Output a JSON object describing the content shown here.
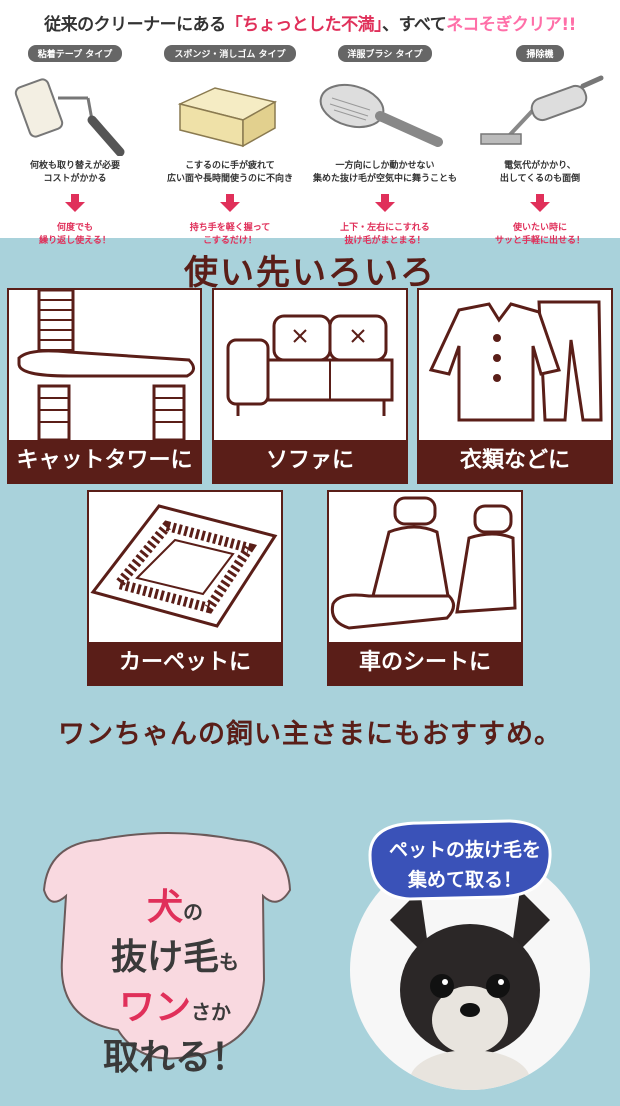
{
  "header": {
    "part1": "従来のクリーナーにある",
    "part2": "「ちょっとした不満」",
    "part3": "、すべて",
    "part4": "ネコそぎクリア!!"
  },
  "types": [
    {
      "label": "粘着テープ タイプ",
      "desc": "何枚も取り替えが必要\nコストがかかる",
      "result": "何度でも\n繰り返し使える！",
      "icon": "lint-roller-icon"
    },
    {
      "label": "スポンジ・消しゴム タイプ",
      "desc": "こするのに手が疲れて\n広い面や長時間使うのに不向き",
      "result": "持ち手を軽く握って\nこするだけ！",
      "icon": "sponge-icon"
    },
    {
      "label": "洋服ブラシ タイプ",
      "desc": "一方向にしか動かせない\n集めた抜け毛が空気中に舞うことも",
      "result": "上下・左右にこすれる\n抜け毛がまとまる！",
      "icon": "clothes-brush-icon"
    },
    {
      "label": "掃除機",
      "desc": "電気代がかかり、\n出してくるのも面倒",
      "result": "使いたい時に\nサッと手軽に出せる！",
      "icon": "vacuum-icon"
    }
  ],
  "section": {
    "title": "使い先いろいろ"
  },
  "uses": [
    {
      "label": "キャットタワーに",
      "icon": "cat-tower-icon"
    },
    {
      "label": "ソファに",
      "icon": "sofa-icon"
    },
    {
      "label": "衣類などに",
      "icon": "clothes-icon"
    },
    {
      "label": "カーペットに",
      "icon": "carpet-icon"
    },
    {
      "label": "車のシートに",
      "icon": "car-seat-icon"
    }
  ],
  "recommend": "ワンちゃんの飼い主さまにもおすすめ。",
  "dog_badge": {
    "line1a": "犬",
    "line1b": "の",
    "line2a": "抜け毛",
    "line2b": "も",
    "line3a": "ワン",
    "line3b": "さか",
    "line4": "取れる！"
  },
  "photo_badge": {
    "line1": "ペットの抜け毛を",
    "line2": "集めて取る！"
  },
  "colors": {
    "accent": "#e0305a",
    "brown": "#5a1e18",
    "background": "#a9d2db",
    "pink": "#f9d9e0",
    "badge": "#3a52b8"
  }
}
